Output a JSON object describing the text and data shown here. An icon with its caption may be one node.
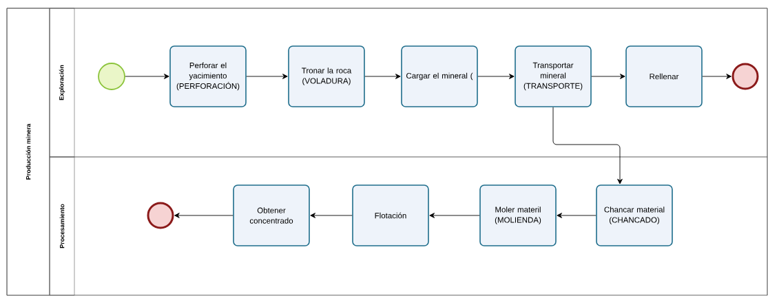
{
  "diagram": {
    "nodes": [
      {
        "text": [
          "Producción minera"
        ]
      },
      {
        "text": [
          "Exploración"
        ],
        "in": 0
      },
      {
        "text": [
          "Procesamiento"
        ],
        "in": 0
      },
      {
        "text": [],
        "shape": "circle",
        "in": 1
      },
      {
        "text": [
          "Perforar el yacimiento (PERFORACIÓN)"
        ],
        "in": 1
      },
      {
        "text": [
          "Tronar la roca (VOLADURA)"
        ],
        "in": 1
      },
      {
        "text": [
          "Cargar el mineral ("
        ],
        "in": 1
      },
      {
        "text": [
          "Transportar mineral (TRANSPORTE)"
        ],
        "in": 1
      },
      {
        "text": [
          "Rellenar"
        ],
        "in": 1
      },
      {
        "text": [],
        "shape": "circle",
        "in": 1
      },
      {
        "text": [],
        "shape": "circle",
        "in": 2
      },
      {
        "text": [
          "Obtener concentrado"
        ],
        "in": 2
      },
      {
        "text": [
          "Flotación"
        ],
        "in": 2
      },
      {
        "text": [
          "Moler materil (MOLIENDA)"
        ],
        "in": 2
      },
      {
        "text": [
          "Chancar material (CHANCADO)"
        ],
        "in": 2
      }
    ],
    "edges": [
      {
        "from": 3,
        "to": 4,
        "arrow": "to"
      },
      {
        "from": 4,
        "to": 5,
        "arrow": "to"
      },
      {
        "from": 5,
        "to": 6,
        "arrow": "to"
      },
      {
        "from": 6,
        "to": 7,
        "arrow": "to"
      },
      {
        "from": 7,
        "to": 8,
        "arrow": "to"
      },
      {
        "from": 8,
        "to": 9,
        "arrow": "to"
      },
      {
        "from": 7,
        "to": 14,
        "arrow": "to"
      },
      {
        "from": 14,
        "to": 13,
        "arrow": "to"
      },
      {
        "from": 13,
        "to": 12,
        "arrow": "to"
      },
      {
        "from": 12,
        "to": 11,
        "arrow": "to"
      },
      {
        "from": 11,
        "to": 10,
        "arrow": "to"
      }
    ]
  }
}
